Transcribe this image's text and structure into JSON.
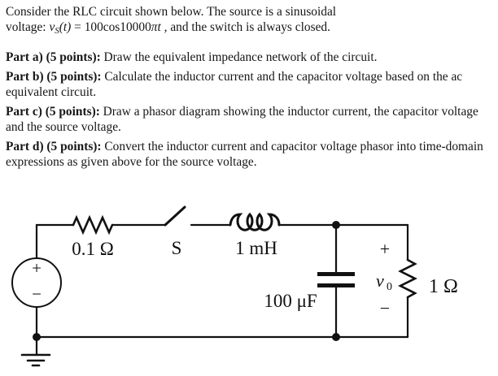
{
  "document": {
    "intro": {
      "line1": "Consider the RLC circuit shown below. The source is a sinusoidal",
      "line2": {
        "pre": "voltage: ",
        "v": "v",
        "vsub": "S",
        "tparen": "(t)",
        "mid": " = 100cos10000",
        "pit": "πt",
        "post": " , and the switch is always closed."
      }
    },
    "parts": [
      {
        "label": "Part a) (5 points):",
        "line1": " Draw the equivalent impedance network of the circuit.",
        "line2": ""
      },
      {
        "label": "Part b) (5 points):",
        "line1": " Calculate the inductor current and the capacitor voltage based on the ac",
        "line2": "equivalent circuit."
      },
      {
        "label": "Part c) (5 points):",
        "line1": " Draw a phasor diagram showing the inductor current, the capacitor voltage",
        "line2": "and the source voltage."
      },
      {
        "label": "Part d) (5 points):",
        "line1": " Convert the inductor current and capacitor voltage phasor into time-domain",
        "line2": "expressions as given above for the source voltage."
      }
    ]
  },
  "circuit": {
    "source_plus": "+",
    "source_minus": "−",
    "series_resistor_label": "0.1 Ω",
    "switch_label": "S",
    "inductor_label": "1 mH",
    "capacitor_label": "100 μF",
    "output_plus": "+",
    "output_v": "v",
    "output_v_sub": "0",
    "output_minus": "−",
    "load_resistor_label": "1 Ω",
    "line_color": "#111111"
  }
}
